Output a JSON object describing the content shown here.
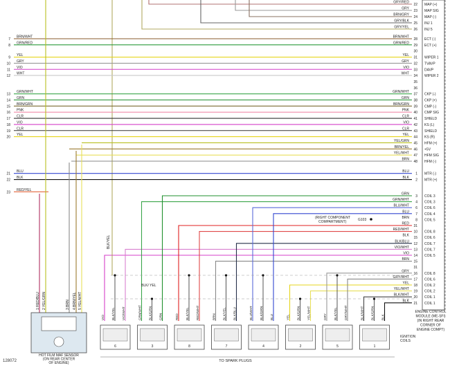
{
  "figure_code": "128072",
  "ecm": {
    "label_lines": [
      "ENGINE CONTROL",
      "MODULE (ME-SFI)",
      "(IN RIGHT REAR",
      "CORNER OF",
      "ENGINE COMPT)"
    ]
  },
  "maf": {
    "label_lines": [
      "HOT FILM MAF SENSOR",
      "(ON REAR CENTER",
      "OF ENGINE)"
    ],
    "pins": [
      {
        "num": "1",
        "color": "RED/BLU"
      },
      {
        "num": "2",
        "color": "YEL/GRN"
      },
      {
        "num": "3",
        "color": "BRN"
      },
      {
        "num": "4",
        "color": "BRN/YEL"
      },
      {
        "num": "5",
        "color": "YEL/WHT"
      }
    ]
  },
  "ignition_coils_label": [
    "IGNITION",
    "COILS"
  ],
  "to_spark_plugs": "TO SPARK PLUGS",
  "right_component_note": [
    "(RIGHT COMPONENT",
    "COMPARTMENT)"
  ],
  "splice": "G103",
  "blk_yel_label": "BLK/YEL",
  "blk_yel_label2": "BLK/ YEL",
  "colors": {
    "BRN/WHT": "#8a5a2b",
    "GRN/RED": "#2a9a3a",
    "YEL": "#e6d51c",
    "GRY": "#999999",
    "VIO": "#d43fc8",
    "WHT": "#c9c9c9",
    "GRN/WHT": "#3aa64a",
    "GRN": "#1f8f2e",
    "BRN/GRN": "#7a6a30",
    "PNK": "#f08aa8",
    "CLR": "#333333",
    "RED/YEL": "#e05020",
    "BLU": "#3246d0",
    "BLK": "#111111",
    "YEL/GRN": "#b8c020",
    "BRN/YEL": "#9a7a30",
    "YEL/WHT": "#e8df5a",
    "BLU/WHT": "#5a6ad8",
    "RED": "#e02020",
    "RED/WHT": "#e04848",
    "BLK/BLU": "#26304a",
    "VIO/WHT": "#d880d0",
    "BLK/WHT": "#444444",
    "BLK/GRN": "#28452a",
    "GRY/BLK": "#666666",
    "BRN/GRY": "#8a7060",
    "GRY/RED": "#b07070",
    "GRY/YEL": "#b0a860",
    "RED/BLU": "#b03060"
  },
  "top_rows": [
    {
      "color": "GRY",
      "pin": "23",
      "signal": "MAP SIG"
    },
    {
      "color": "BRN/GRY",
      "pin": "24",
      "signal": "MAP (-)"
    },
    {
      "color": "GRY/BLK",
      "pin": "25",
      "signal": "INJ 1"
    },
    {
      "color": "GRY/YEL",
      "pin": "26",
      "signal": "INJ 5"
    }
  ],
  "top_extra": {
    "pin": "22",
    "signal": "MAP (+)",
    "color": "GRY/RED"
  },
  "rows": [
    {
      "left": "7",
      "color": "BRN/WHT",
      "pin": "28",
      "signal": "ECT (-)"
    },
    {
      "left": "8",
      "color": "GRN/RED",
      "pin": "29",
      "signal": "ECT (+)"
    },
    {
      "left": "",
      "color": "",
      "pin": "30",
      "signal": ""
    },
    {
      "left": "9",
      "color": "YEL",
      "pin": "31",
      "signal": "WIPER 1"
    },
    {
      "left": "10",
      "color": "GRY",
      "pin": "32",
      "signal": "TVAVP"
    },
    {
      "left": "11",
      "color": "VIO",
      "pin": "33",
      "signal": "DAVP"
    },
    {
      "left": "12",
      "color": "WHT",
      "pin": "34",
      "signal": "WIPER 2"
    },
    {
      "left": "",
      "color": "",
      "pin": "35",
      "signal": ""
    },
    {
      "left": "",
      "color": "",
      "pin": "36",
      "signal": ""
    },
    {
      "left": "13",
      "color": "GRN/WHT",
      "pin": "37",
      "signal": "CKP (-)"
    },
    {
      "left": "14",
      "color": "GRN",
      "pin": "38",
      "signal": "CKP (+)"
    },
    {
      "left": "15",
      "color": "BRN/GRN",
      "pin": "39",
      "signal": "CMP (-)"
    },
    {
      "left": "16",
      "color": "PNK",
      "pin": "40",
      "signal": "CMP SIG"
    },
    {
      "left": "17",
      "color": "CLR",
      "pin": "41",
      "signal": "SHIELD"
    },
    {
      "left": "18",
      "color": "VIO",
      "pin": "42",
      "signal": "KS (L)"
    },
    {
      "left": "19",
      "color": "CLR",
      "pin": "43",
      "signal": "SHIELD"
    },
    {
      "left": "20",
      "color": "YEL",
      "pin": "44",
      "signal": "KS (R)"
    },
    {
      "left": "",
      "color": "YEL/GRN",
      "pin": "45",
      "signal": "HFM (+)"
    },
    {
      "left": "",
      "color": "BRN/YEL",
      "pin": "46",
      "signal": "+5V"
    },
    {
      "left": "",
      "color": "YEL/WHT",
      "pin": "47",
      "signal": "HFM SIG"
    },
    {
      "left": "",
      "color": "BRN",
      "pin": "48",
      "signal": "HFM (-)"
    },
    {
      "left": "",
      "color": "",
      "pin": "",
      "signal": ""
    },
    {
      "left": "21",
      "color": "BLU",
      "pin": "1",
      "signal": "MTR (-)"
    },
    {
      "left": "22",
      "color": "BLK",
      "pin": "2",
      "signal": "MTR (+)"
    },
    {
      "left": "",
      "color": "",
      "pin": "",
      "signal": ""
    },
    {
      "left": "23",
      "color": "RED/YEL",
      "pin": "",
      "signal": ""
    }
  ],
  "coil_rows": [
    {
      "color": "GRN",
      "pin": "3",
      "signal": "COIL 3"
    },
    {
      "color": "GRN/WHT",
      "pin": "4",
      "signal": "COIL 3"
    },
    {
      "color": "BLU/WHT",
      "pin": "6",
      "signal": "COIL 6"
    },
    {
      "color": "BLU",
      "pin": "7",
      "signal": "COIL 4"
    },
    {
      "color": "BRN",
      "pin": "8",
      "signal": "COIL 5"
    },
    {
      "color": "RED",
      "pin": "31",
      "signal": ""
    },
    {
      "color": "RED/WHT",
      "pin": "10",
      "signal": "COIL 8"
    },
    {
      "color": "BLK",
      "pin": "15",
      "signal": "COIL 6"
    },
    {
      "color": "BLK/BLU",
      "pin": "12",
      "signal": "COIL 7"
    },
    {
      "color": "VIO/WHT",
      "pin": "13",
      "signal": "COIL 7"
    },
    {
      "color": "VIO",
      "pin": "14",
      "signal": "COIL 5"
    },
    {
      "color": "BRN",
      "pin": "15",
      "signal": ""
    },
    {
      "color": "",
      "pin": "31",
      "signal": ""
    },
    {
      "color": "GRY",
      "pin": "16",
      "signal": "COIL 8"
    },
    {
      "color": "GRY/WHT",
      "pin": "17",
      "signal": "COIL 6"
    },
    {
      "color": "YEL",
      "pin": "18",
      "signal": "COIL 2"
    },
    {
      "color": "YEL/WHT",
      "pin": "19",
      "signal": "COIL 2"
    },
    {
      "color": "BLK/WHT",
      "pin": "20",
      "signal": "COIL 1"
    },
    {
      "color": "BLK",
      "pin": "21",
      "signal": "COIL 1"
    }
  ],
  "coils": [
    {
      "num": "6",
      "w1": "VIO",
      "w2": "BLK/YEL",
      "w3": "VIO/WHT"
    },
    {
      "num": "3",
      "w1": "GRN/WHT",
      "w2": "BLK/GRN",
      "w3": "GRN"
    },
    {
      "num": "8",
      "w1": "RED",
      "w2": "BLK/YEL",
      "w3": "RED/WHT"
    },
    {
      "num": "7",
      "w1": "BRN",
      "w2": "BLK/YEL",
      "w3": "BLK/BLU"
    },
    {
      "num": "4",
      "w1": "BLU/WHT",
      "w2": "BLK/GRN",
      "w3": "BLU"
    },
    {
      "num": "2",
      "w1": "YEL",
      "w2": "BLK/GRN",
      "w3": "YEL/WHT"
    },
    {
      "num": "5",
      "w1": "GRY",
      "w2": "BLK/YEL",
      "w3": "GRY/WHT"
    },
    {
      "num": "1",
      "w1": "BLK/WHT",
      "w2": "BLK/GRN",
      "w3": "BLK"
    }
  ]
}
